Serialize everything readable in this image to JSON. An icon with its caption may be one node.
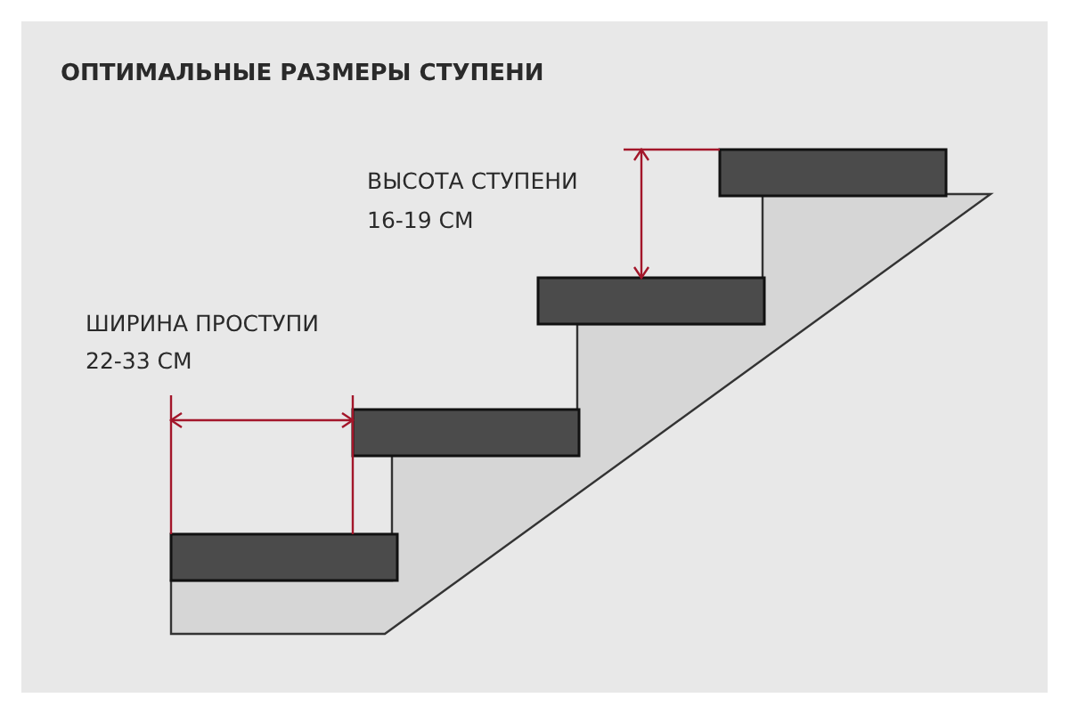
{
  "diagram": {
    "title": "ОПТИМАЛЬНЫЕ РАЗМЕРЫ СТУПЕНИ",
    "labels": [
      "ВЫСОТА СТУПЕНИ",
      "16-19 СМ",
      "ШИРИНА ПРОСТУПИ",
      "22-33 СМ"
    ]
  }
}
